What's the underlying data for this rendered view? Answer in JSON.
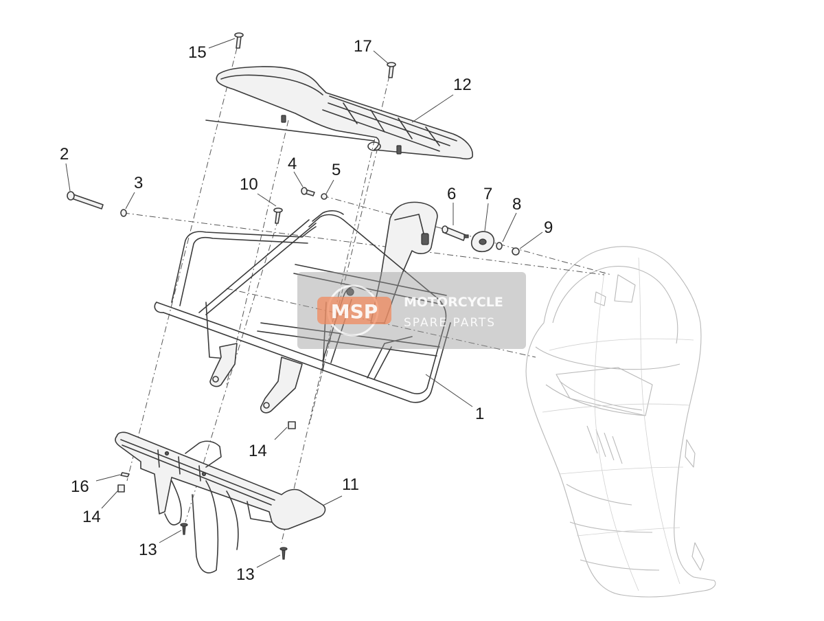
{
  "diagram": {
    "callouts": [
      {
        "id": "1",
        "label": "1"
      },
      {
        "id": "2",
        "label": "2"
      },
      {
        "id": "3",
        "label": "3"
      },
      {
        "id": "4",
        "label": "4"
      },
      {
        "id": "5",
        "label": "5"
      },
      {
        "id": "6",
        "label": "6"
      },
      {
        "id": "7",
        "label": "7"
      },
      {
        "id": "8",
        "label": "8"
      },
      {
        "id": "9",
        "label": "9"
      },
      {
        "id": "10",
        "label": "10"
      },
      {
        "id": "11",
        "label": "11"
      },
      {
        "id": "12",
        "label": "12"
      },
      {
        "id": "13a",
        "label": "13"
      },
      {
        "id": "13b",
        "label": "13"
      },
      {
        "id": "14a",
        "label": "14"
      },
      {
        "id": "14b",
        "label": "14"
      },
      {
        "id": "15",
        "label": "15"
      },
      {
        "id": "16",
        "label": "16"
      },
      {
        "id": "17",
        "label": "17"
      }
    ]
  },
  "watermark": {
    "logo_text": "MSP",
    "line1": "MOTORCYCLE",
    "line2": "SPARE PARTS"
  },
  "colors": {
    "line": "#3a3a3a",
    "ghost": "#b8b8b8",
    "watermark_accent": "#f08a5d"
  }
}
